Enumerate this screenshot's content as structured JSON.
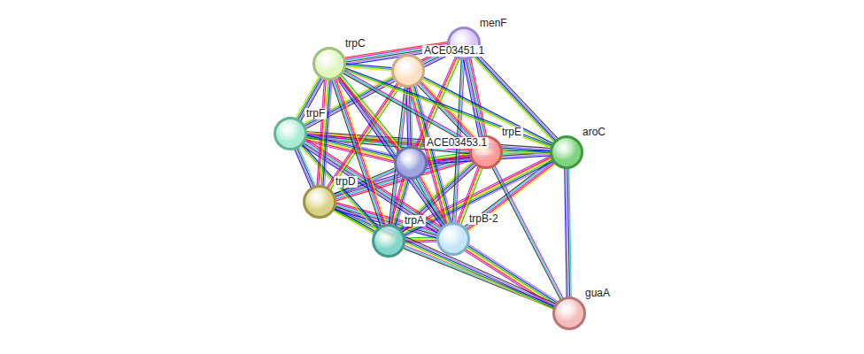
{
  "diagram": {
    "nodes": [
      {
        "text": [
          "menF"
        ]
      },
      {
        "text": [
          "trpC"
        ]
      },
      {
        "text": [
          "ACE03451.1"
        ]
      },
      {
        "text": [
          "trpF"
        ]
      },
      {
        "text": [
          "trpE"
        ]
      },
      {
        "text": [
          "aroC"
        ]
      },
      {
        "text": [
          "ACE03453.1"
        ]
      },
      {
        "text": [
          "trpD"
        ]
      },
      {
        "text": [
          "trpB-2"
        ]
      },
      {
        "text": [
          "trpA"
        ]
      },
      {
        "text": [
          "guaA"
        ]
      }
    ],
    "edges": [
      {
        "from": 1,
        "to": 2,
        "arrow": "none"
      },
      {
        "from": 1,
        "to": 0,
        "arrow": "none"
      },
      {
        "from": 1,
        "to": 3,
        "arrow": "none"
      },
      {
        "from": 1,
        "to": 6,
        "arrow": "none"
      },
      {
        "from": 1,
        "to": 4,
        "arrow": "none"
      },
      {
        "from": 1,
        "to": 7,
        "arrow": "none"
      },
      {
        "from": 1,
        "to": 9,
        "arrow": "none"
      },
      {
        "from": 1,
        "to": 8,
        "arrow": "none"
      },
      {
        "from": 1,
        "to": 5,
        "arrow": "none"
      },
      {
        "from": 2,
        "to": 0,
        "arrow": "none"
      },
      {
        "from": 2,
        "to": 3,
        "arrow": "none"
      },
      {
        "from": 2,
        "to": 7,
        "arrow": "none"
      },
      {
        "from": 2,
        "to": 9,
        "arrow": "none"
      },
      {
        "from": 2,
        "to": 8,
        "arrow": "none"
      },
      {
        "from": 2,
        "to": 4,
        "arrow": "none"
      },
      {
        "from": 2,
        "to": 6,
        "arrow": "none"
      },
      {
        "from": 2,
        "to": 5,
        "arrow": "none"
      },
      {
        "from": 0,
        "to": 4,
        "arrow": "none"
      },
      {
        "from": 0,
        "to": 5,
        "arrow": "none"
      },
      {
        "from": 0,
        "to": 6,
        "arrow": "none"
      },
      {
        "from": 0,
        "to": 8,
        "arrow": "none"
      },
      {
        "from": 3,
        "to": 6,
        "arrow": "none"
      },
      {
        "from": 3,
        "to": 4,
        "arrow": "none"
      },
      {
        "from": 3,
        "to": 7,
        "arrow": "none"
      },
      {
        "from": 3,
        "to": 9,
        "arrow": "none"
      },
      {
        "from": 3,
        "to": 8,
        "arrow": "none"
      },
      {
        "from": 3,
        "to": 5,
        "arrow": "none"
      },
      {
        "from": 6,
        "to": 4,
        "arrow": "none"
      },
      {
        "from": 6,
        "to": 7,
        "arrow": "none"
      },
      {
        "from": 6,
        "to": 9,
        "arrow": "none"
      },
      {
        "from": 6,
        "to": 8,
        "arrow": "none"
      },
      {
        "from": 6,
        "to": 5,
        "arrow": "none"
      },
      {
        "from": 4,
        "to": 5,
        "arrow": "none"
      },
      {
        "from": 4,
        "to": 7,
        "arrow": "none"
      },
      {
        "from": 4,
        "to": 9,
        "arrow": "none"
      },
      {
        "from": 4,
        "to": 8,
        "arrow": "none"
      },
      {
        "from": 4,
        "to": 10,
        "arrow": "none"
      },
      {
        "from": 5,
        "to": 9,
        "arrow": "none"
      },
      {
        "from": 5,
        "to": 8,
        "arrow": "none"
      },
      {
        "from": 5,
        "to": 10,
        "arrow": "none"
      },
      {
        "from": 7,
        "to": 9,
        "arrow": "none"
      },
      {
        "from": 7,
        "to": 8,
        "arrow": "none"
      },
      {
        "from": 7,
        "to": 10,
        "arrow": "none"
      },
      {
        "from": 9,
        "to": 8,
        "arrow": "none"
      },
      {
        "from": 9,
        "to": 10,
        "arrow": "none"
      },
      {
        "from": 8,
        "to": 10,
        "arrow": "none"
      }
    ]
  }
}
